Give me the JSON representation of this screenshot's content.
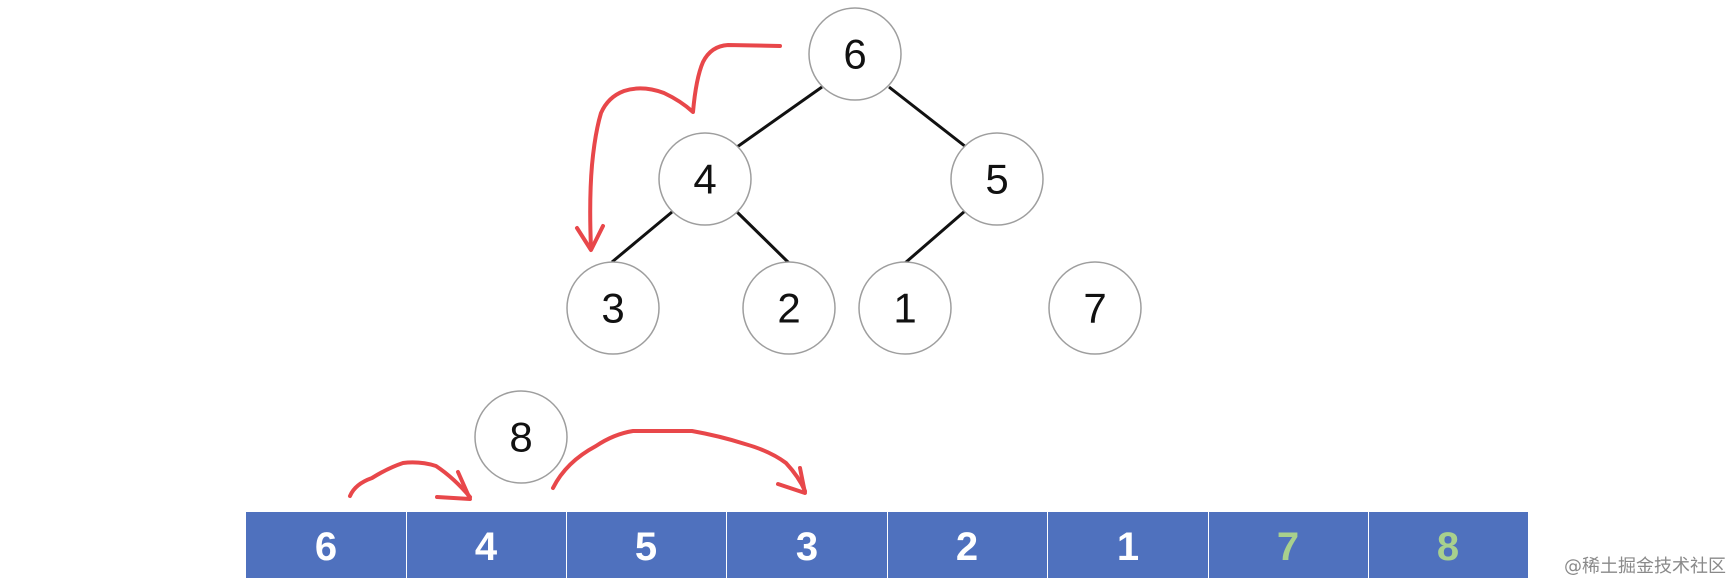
{
  "tree": {
    "nodes": [
      {
        "id": "root",
        "value": "6"
      },
      {
        "id": "left",
        "value": "4"
      },
      {
        "id": "right",
        "value": "5"
      },
      {
        "id": "left-left",
        "value": "3"
      },
      {
        "id": "left-right",
        "value": "2"
      },
      {
        "id": "right-left",
        "value": "1"
      },
      {
        "id": "detached",
        "value": "7"
      }
    ],
    "edges": [
      [
        "root",
        "left"
      ],
      [
        "root",
        "right"
      ],
      [
        "left",
        "left-left"
      ],
      [
        "left",
        "left-right"
      ],
      [
        "right",
        "right-left"
      ]
    ]
  },
  "floating_node": {
    "value": "8"
  },
  "array": {
    "cells": [
      {
        "value": "6",
        "text_color": "#ffffff"
      },
      {
        "value": "4",
        "text_color": "#ffffff"
      },
      {
        "value": "5",
        "text_color": "#ffffff"
      },
      {
        "value": "3",
        "text_color": "#ffffff"
      },
      {
        "value": "2",
        "text_color": "#ffffff"
      },
      {
        "value": "1",
        "text_color": "#ffffff"
      },
      {
        "value": "7",
        "text_color": "#a8d08d"
      },
      {
        "value": "8",
        "text_color": "#a8d08d"
      }
    ],
    "fill_color": "#4f71be"
  },
  "colors": {
    "arrow": "#e8474a",
    "node_stroke": "#9e9e9e",
    "edge": "#111111"
  },
  "watermark": "@稀土掘金技术社区"
}
